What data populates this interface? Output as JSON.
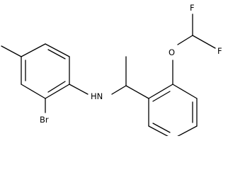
{
  "molecule": {
    "atoms": {
      "bromine": "Br",
      "amine": "HN",
      "oxygen": "O",
      "fluorine_upper": "F",
      "fluorine_right": "F"
    },
    "colors": {
      "bond": "#000000",
      "label": "#000000",
      "background": "#ffffff"
    }
  }
}
